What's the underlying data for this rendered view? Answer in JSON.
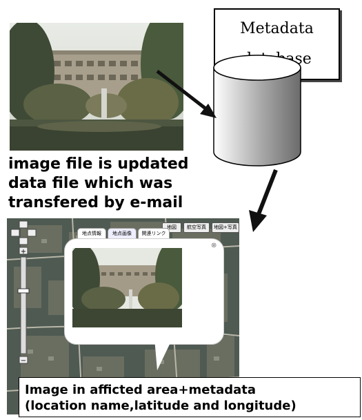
{
  "metadata_box": {
    "line1": "Metadata",
    "line2": "database"
  },
  "caption_top": "image file is updated\ndata file which was\ntransfered by e-mail",
  "map": {
    "buttons": [
      "地図",
      "航空写真",
      "地図+写真"
    ],
    "popup_tabs": [
      "地点情報",
      "地点画像",
      "関連リンク"
    ],
    "close_symbol": "⊗"
  },
  "caption_bottom": "Image in afficted area+metadata\n(location name,latitude and longitude)",
  "colors": {
    "arrow": "#111111",
    "map_bg": "#4f5a52",
    "cylinder_light": "#ffffff",
    "cylinder_dark": "#6b6b6b"
  }
}
